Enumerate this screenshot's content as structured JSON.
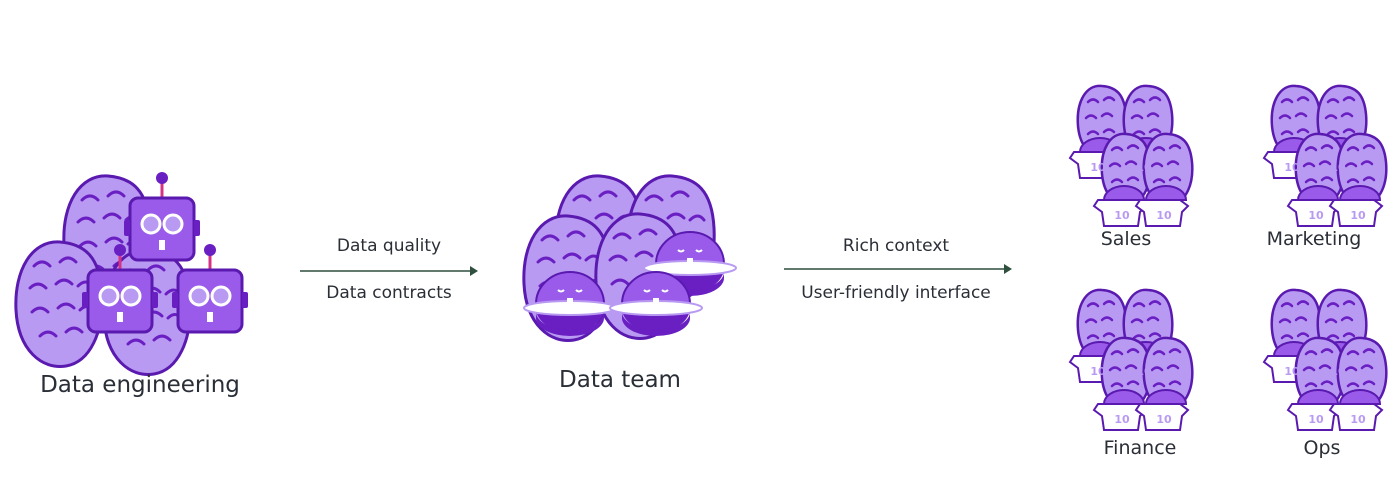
{
  "groups": {
    "engineering": "Data engineering",
    "team": "Data team",
    "sales": "Sales",
    "marketing": "Marketing",
    "finance": "Finance",
    "ops": "Ops"
  },
  "arrows": {
    "first": {
      "top": "Data quality",
      "bottom": "Data contracts"
    },
    "second": {
      "top": "Rich context",
      "bottom": "User-friendly interface"
    }
  },
  "jersey_number": "10",
  "colors": {
    "purple_light": "#b99af2",
    "purple": "#9a5bea",
    "purple_dark": "#6a1fc2",
    "outline": "#5a1ab0",
    "antenna": "#d63384",
    "text": "#2a2e36",
    "arrow": "#2f4f3f"
  },
  "icons": [
    "beaver-icon",
    "robot-icon",
    "ufo-icon",
    "jersey-icon",
    "arrow-icon"
  ]
}
